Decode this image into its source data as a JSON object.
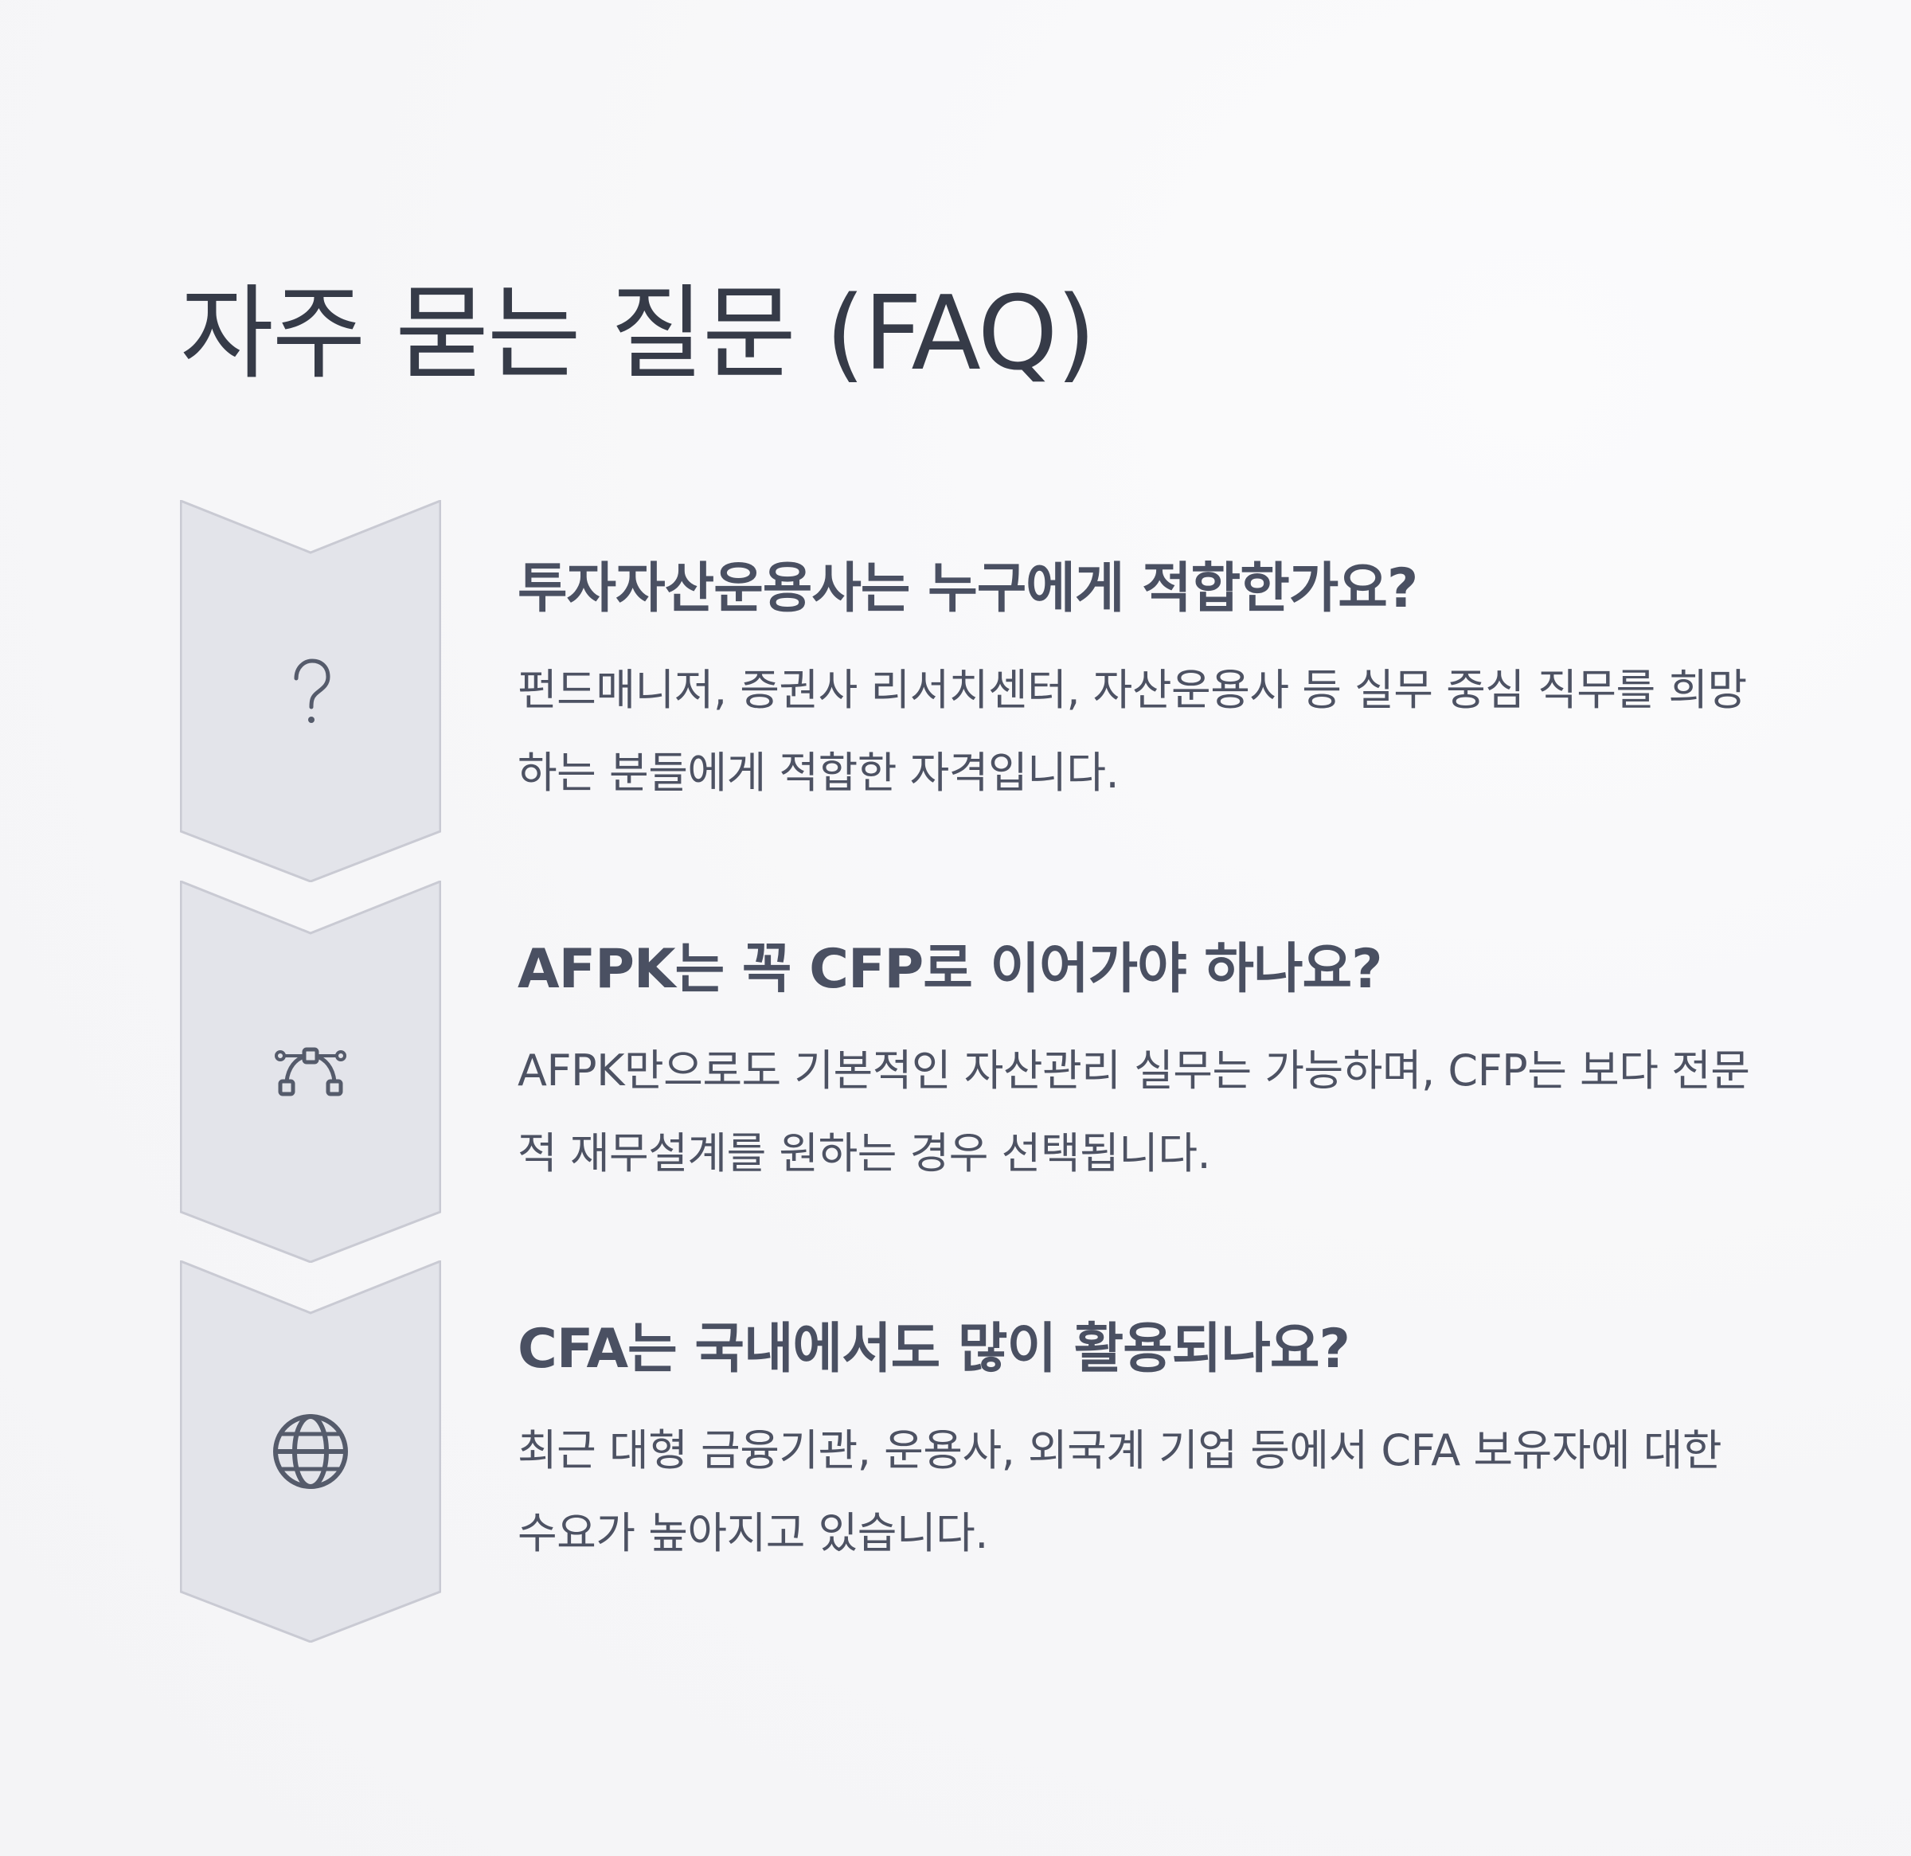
{
  "page": {
    "title": "자주 묻는 질문 (FAQ)"
  },
  "faq": [
    {
      "icon": "question-mark-icon",
      "question": "투자자산운용사는 누구에게 적합한가요?",
      "answer": "펀드매니저, 증권사 리서치센터, 자산운용사 등 실무 중심 직무를 희망하는 분들에게 적합한 자격입니다."
    },
    {
      "icon": "bezier-curve-icon",
      "question": "AFPK는 꼭 CFP로 이어가야 하나요?",
      "answer": "AFPK만으로도 기본적인 자산관리 실무는 가능하며, CFP는 보다 전문적 재무설계를 원하는 경우 선택됩니다."
    },
    {
      "icon": "globe-icon",
      "question": "CFA는 국내에서도 많이 활용되나요?",
      "answer": "최근 대형 금융기관, 운용사, 외국계 기업 등에서 CFA 보유자에 대한 수요가 높아지고 있습니다."
    }
  ],
  "colors": {
    "background": "#f7f7f9",
    "chevron_fill": "#e3e4ea",
    "chevron_stroke": "#c9cad3",
    "text": "#4a5062",
    "icon": "#555b6b"
  }
}
